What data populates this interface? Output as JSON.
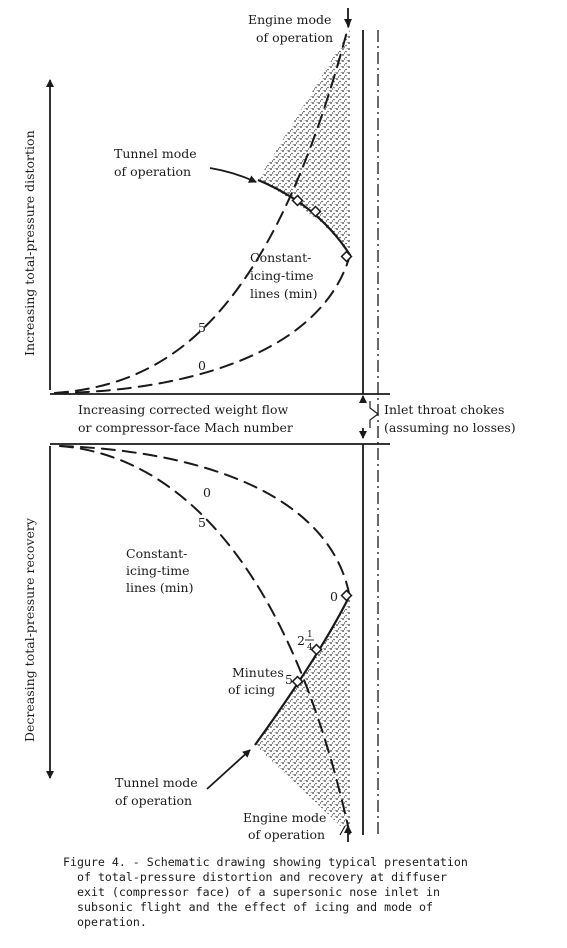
{
  "figure": {
    "top_panel": {
      "y_axis_label": "Increasing total-pressure distortion",
      "engine_mode": [
        "Engine mode",
        "of operation"
      ],
      "tunnel_mode": [
        "Tunnel mode",
        "of operation"
      ],
      "icing_lines": [
        "Constant-",
        "icing-time",
        "lines (min)"
      ],
      "curve_labels": [
        "5",
        "0"
      ]
    },
    "x_axis_label": [
      "Increasing corrected weight flow",
      "or compressor-face Mach number"
    ],
    "choke_label": [
      "Inlet throat chokes",
      "(assuming no losses)"
    ],
    "bottom_panel": {
      "y_axis_label": "Decreasing total-pressure recovery",
      "icing_lines": [
        "Constant-",
        "icing-time",
        "lines (min)"
      ],
      "curve_labels": [
        "0",
        "5"
      ],
      "point_labels": {
        "zero": "0",
        "two": "2",
        "frac_num": "1",
        "frac_den": "4",
        "five": "5"
      },
      "minutes_of_icing": [
        "Minutes",
        "of icing"
      ],
      "tunnel_mode": [
        "Tunnel mode",
        "of operation"
      ],
      "engine_mode": [
        "Engine mode",
        "of operation"
      ]
    },
    "caption": [
      "Figure 4. - Schematic drawing showing typical presentation",
      "of total-pressure distortion and recovery at diffuser",
      "exit (compressor face) of a supersonic nose inlet in",
      "subsonic flight and the effect of icing and mode of",
      "operation."
    ]
  },
  "colors": {
    "ink": "#1a1a1a",
    "paper": "#ffffff",
    "stipple": "#3a3a3a"
  }
}
